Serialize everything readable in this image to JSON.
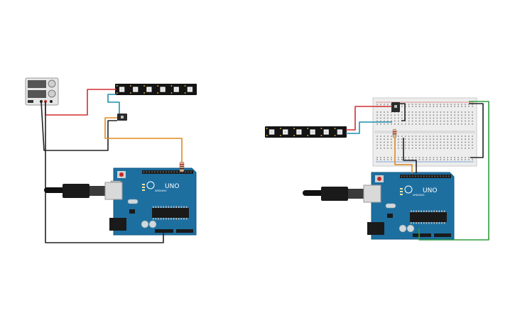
{
  "circuit_left": {
    "arduino": {
      "model_text": "UNO",
      "brand_text": "ARDUINO"
    },
    "led_strip": {
      "leds": 6
    },
    "power_supply": {
      "displays": 2
    }
  },
  "circuit_right": {
    "arduino": {
      "model_text": "UNO",
      "brand_text": "ARDUINO"
    },
    "led_strip": {
      "leds": 6
    }
  },
  "colors": {
    "wire_red": "#d32f2f",
    "wire_black": "#222222",
    "wire_teal": "#1f8fb0",
    "wire_orange": "#e08a1e",
    "wire_green": "#2e9e3e",
    "arduino_blue": "#1d6fa0",
    "led_strip": "#141414",
    "breadboard": "#ededed"
  }
}
